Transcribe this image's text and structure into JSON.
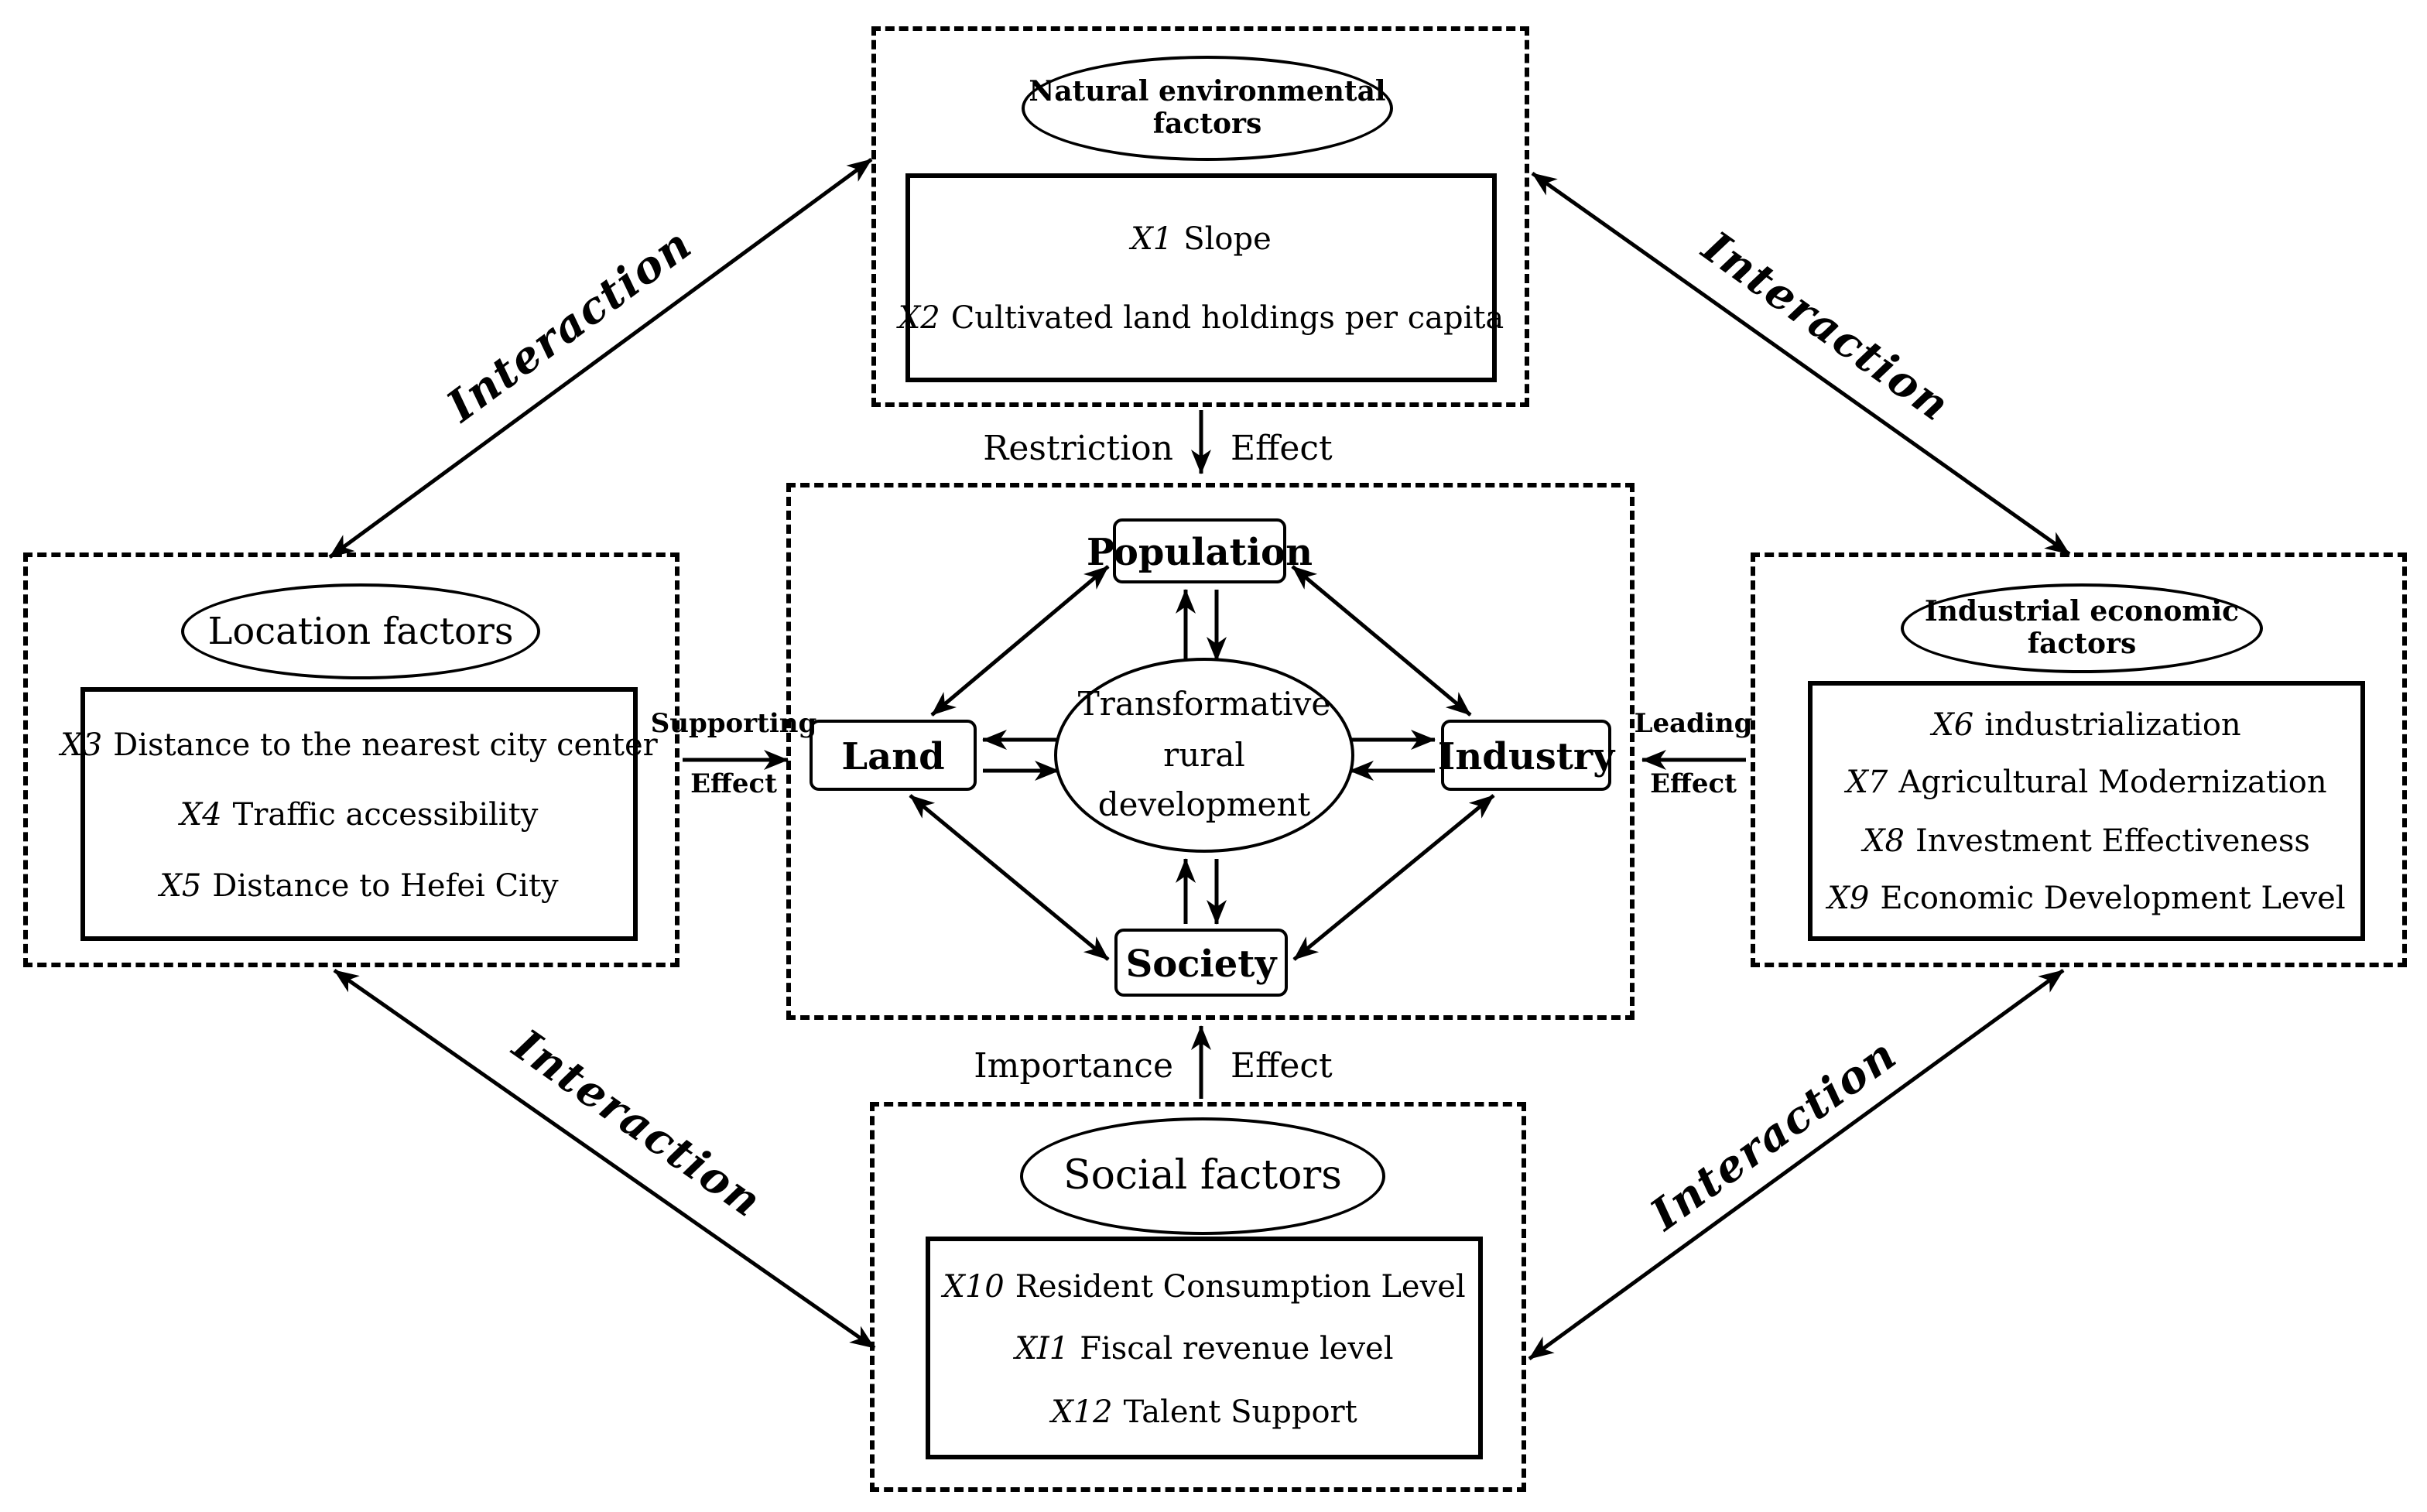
{
  "figure": {
    "background": "#ffffff",
    "ink": "#000000"
  },
  "center_cluster": {
    "core": {
      "line1": "Transformative",
      "line2": "rural development"
    },
    "nodes": {
      "top": "Population",
      "left": "Land",
      "right": "Industry",
      "bottom": "Society"
    }
  },
  "factor_groups": {
    "natural": {
      "title": "Natural environmental factors",
      "items": [
        {
          "id": "X1",
          "text": "Slope"
        },
        {
          "id": "X2",
          "text": "Cultivated land holdings per capita"
        }
      ]
    },
    "location": {
      "title": "Location factors",
      "items": [
        {
          "id": "X3",
          "text": "Distance to the nearest city center"
        },
        {
          "id": "X4",
          "text": "Traffic accessibility"
        },
        {
          "id": "X5",
          "text": "Distance to Hefei City"
        }
      ]
    },
    "industrial": {
      "title": "Industrial economic factors",
      "items": [
        {
          "id": "X6",
          "text": "industrialization"
        },
        {
          "id": "X7",
          "text": "Agricultural Modernization"
        },
        {
          "id": "X8",
          "text": "Investment Effectiveness"
        },
        {
          "id": "X9",
          "text": "Economic Development Level"
        }
      ]
    },
    "social": {
      "title": "Social factors",
      "items": [
        {
          "id": "X10",
          "text": "Resident Consumption Level"
        },
        {
          "id": "XI1",
          "text": "Fiscal revenue level"
        },
        {
          "id": "X12",
          "text": "Talent Support"
        }
      ]
    }
  },
  "edge_labels": {
    "interaction_tl": "Interaction",
    "interaction_tr": "Interaction",
    "interaction_bl": "Interaction",
    "interaction_br": "Interaction",
    "restriction": "Restriction",
    "restriction_effect": "Effect",
    "importance": "Importance",
    "importance_effect": "Effect",
    "supporting": "Supporting",
    "supporting_effect": "Effect",
    "leading": "Leading",
    "leading_effect": "Effect"
  }
}
